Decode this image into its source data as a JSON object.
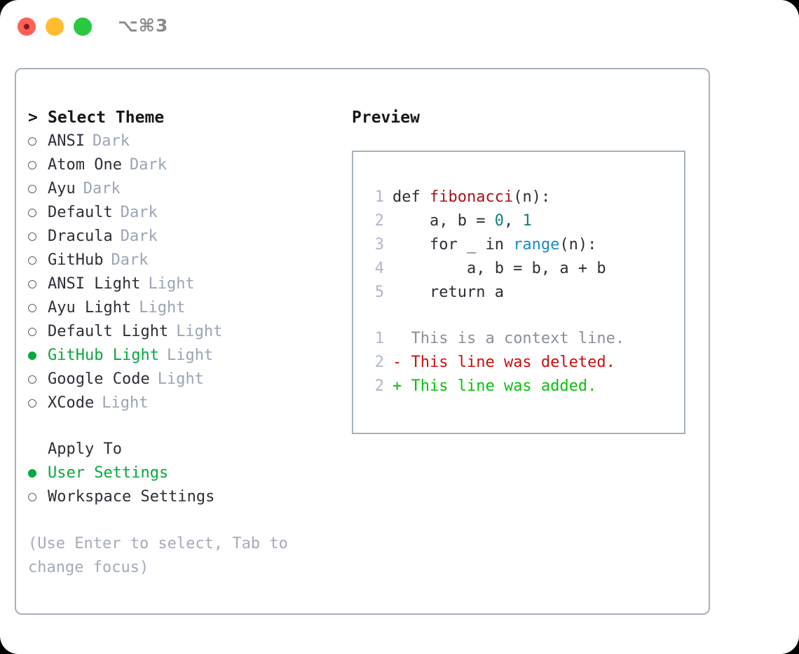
{
  "window": {
    "shortcut": "⌥⌘3",
    "traffic_lights": [
      "close",
      "minimize",
      "maximize"
    ],
    "colors": {
      "close": "#FF6058",
      "minimize": "#FFBD2E",
      "maximize": "#28C83F",
      "panel_border": "#A7B0BE",
      "accent_selected": "#06A83C",
      "muted_tag": "#9BA4B4",
      "hint": "#A3ABBA"
    }
  },
  "theme_list": {
    "caret": ">",
    "title": "Select Theme",
    "items": [
      {
        "label": "ANSI",
        "tag": "Dark",
        "selected": false
      },
      {
        "label": "Atom One",
        "tag": "Dark",
        "selected": false
      },
      {
        "label": "Ayu",
        "tag": "Dark",
        "selected": false
      },
      {
        "label": "Default",
        "tag": "Dark",
        "selected": false
      },
      {
        "label": "Dracula",
        "tag": "Dark",
        "selected": false
      },
      {
        "label": "GitHub",
        "tag": "Dark",
        "selected": false
      },
      {
        "label": "ANSI Light",
        "tag": "Light",
        "selected": false
      },
      {
        "label": "Ayu Light",
        "tag": "Light",
        "selected": false
      },
      {
        "label": "Default Light",
        "tag": "Light",
        "selected": false
      },
      {
        "label": "GitHub Light",
        "tag": "Light",
        "selected": true
      },
      {
        "label": "Google Code",
        "tag": "Light",
        "selected": false
      },
      {
        "label": "XCode",
        "tag": "Light",
        "selected": false
      }
    ]
  },
  "apply_to": {
    "title": "Apply To",
    "items": [
      {
        "label": "User Settings",
        "selected": true
      },
      {
        "label": "Workspace Settings",
        "selected": false
      }
    ]
  },
  "hint": "(Use Enter to select, Tab to change focus)",
  "preview": {
    "title": "Preview",
    "code_lines": [
      {
        "no": "1",
        "segments": [
          {
            "text": "def ",
            "kind": "plain"
          },
          {
            "text": "fibonacci",
            "kind": "fn"
          },
          {
            "text": "(n):",
            "kind": "plain"
          }
        ]
      },
      {
        "no": "2",
        "segments": [
          {
            "text": "    a, b = ",
            "kind": "plain"
          },
          {
            "text": "0",
            "kind": "num"
          },
          {
            "text": ", ",
            "kind": "plain"
          },
          {
            "text": "1",
            "kind": "num"
          }
        ]
      },
      {
        "no": "3",
        "segments": [
          {
            "text": "    for _ in ",
            "kind": "plain"
          },
          {
            "text": "range",
            "kind": "call"
          },
          {
            "text": "(n):",
            "kind": "plain"
          }
        ]
      },
      {
        "no": "4",
        "segments": [
          {
            "text": "        a, b = b, a + b",
            "kind": "plain"
          }
        ]
      },
      {
        "no": "5",
        "segments": [
          {
            "text": "    return a",
            "kind": "plain"
          }
        ]
      }
    ],
    "diff_lines": [
      {
        "no": "1",
        "marker": " ",
        "text": "This is a context line.",
        "kind": "ctx"
      },
      {
        "no": "2",
        "marker": "-",
        "text": "This line was deleted.",
        "kind": "del"
      },
      {
        "no": "2",
        "marker": "+",
        "text": "This line was added.",
        "kind": "add"
      }
    ]
  }
}
